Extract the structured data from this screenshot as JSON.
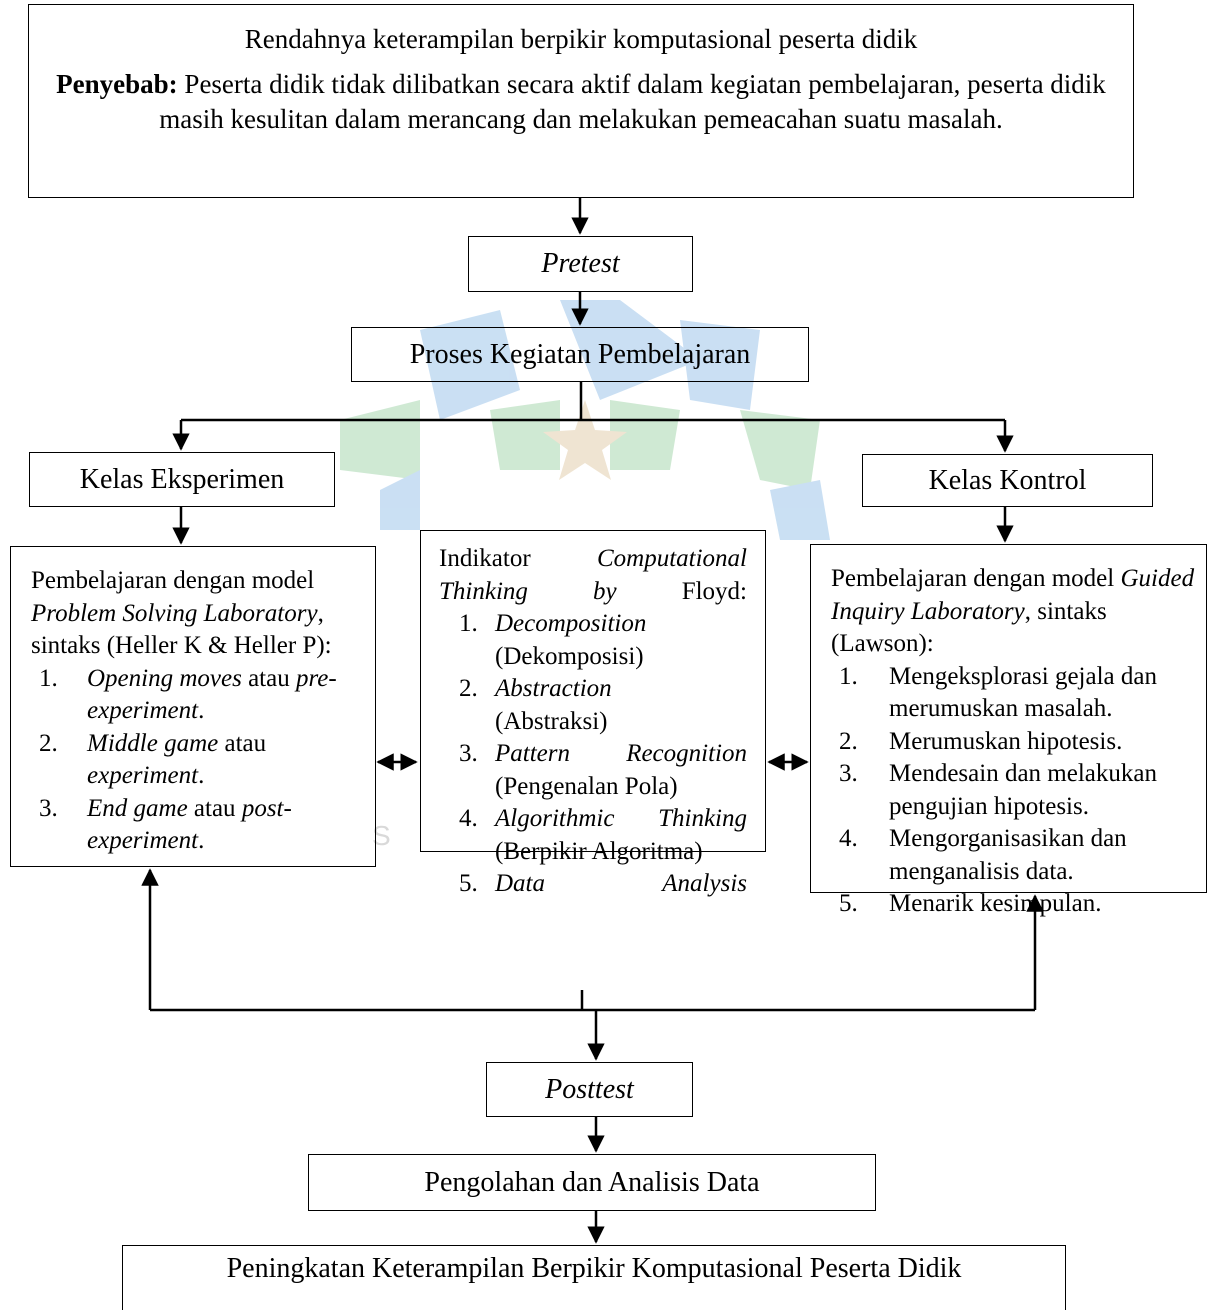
{
  "problem": {
    "title": "Rendahnya keterampilan berpikir komputasional peserta didik",
    "cause_label": "Penyebab:",
    "cause_text": " Peserta didik tidak dilibatkan secara aktif dalam kegiatan pembelajaran, peserta didik masih kesulitan dalam merancang dan melakukan pemeacahan suatu masalah."
  },
  "pretest": "Pretest",
  "proses": "Proses Kegiatan Pembelajaran",
  "kelas_eksperimen": {
    "title": "Kelas Eksperimen",
    "intro_plain": "Pembelajaran dengan model ",
    "intro_model": "Problem Solving Laboratory",
    "intro_rest": ", sintaks (Heller K & Heller P):",
    "steps": [
      {
        "num": "1.",
        "it": "Opening moves",
        "plain": " atau ",
        "it2": "pre-experiment",
        "end": "."
      },
      {
        "num": "2.",
        "it": "Middle game",
        "plain": " atau ",
        "it2": "experiment",
        "end": "."
      },
      {
        "num": "3.",
        "it": "End game",
        "plain": " atau ",
        "it2": "post-experiment",
        "end": "."
      }
    ]
  },
  "indikator": {
    "intro_plain": "Indikator ",
    "intro_it1": "Computational Thinking by",
    "intro_end": " Floyd:",
    "items": [
      {
        "num": "1.",
        "en": "Decomposition",
        "id": "(Dekomposisi)"
      },
      {
        "num": "2.",
        "en": "Abstraction",
        "id": "(Abstraksi)"
      },
      {
        "num": "3.",
        "en": "Pattern Recognition",
        "id": "(Pengenalan Pola)"
      },
      {
        "num": "4.",
        "en": "Algorithmic Thinking",
        "id": "(Berpikir Algoritma)"
      },
      {
        "num": "5.",
        "en": "Data Analysis",
        "id": ""
      }
    ]
  },
  "kelas_kontrol": {
    "title": "Kelas Kontrol",
    "intro_plain": "Pembelajaran dengan model ",
    "intro_model": "Guided Inquiry Laboratory",
    "intro_rest": ", sintaks (Lawson):",
    "steps": [
      {
        "num": "1.",
        "text": "Mengeksplorasi gejala dan merumuskan masalah."
      },
      {
        "num": "2.",
        "text": "Merumuskan hipotesis."
      },
      {
        "num": "3.",
        "text": "Mendesain dan melakukan pengujian hipotesis."
      },
      {
        "num": "4.",
        "text": "Mengorganisasikan dan menganalisis data."
      },
      {
        "num": "5.",
        "text": "Menarik kesimpulan."
      }
    ]
  },
  "posttest": "Posttest",
  "pengolahan": "Pengolahan dan Analisis Data",
  "result": "Peningkatan Keterampilan Berpikir Komputasional Peserta Didik",
  "watermark": {
    "colors": {
      "blue": "#9fc6ea",
      "green": "#a9d8b0",
      "star": "#e3cfae"
    },
    "text": "S"
  }
}
